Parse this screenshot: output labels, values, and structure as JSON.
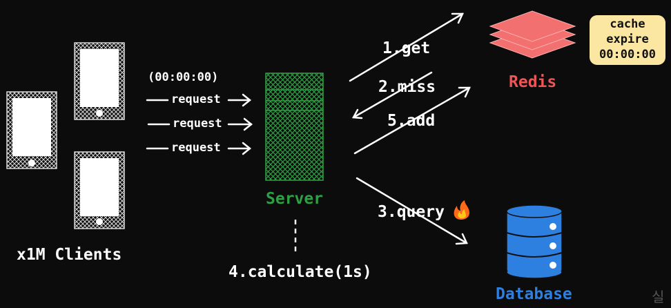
{
  "clients": {
    "label": "x1M Clients",
    "device_icon": "smartphone-icon"
  },
  "requests": {
    "timestamp": "(00:00:00)",
    "labels": [
      "request",
      "request",
      "request"
    ]
  },
  "server": {
    "label": "Server",
    "icon": "server-icon",
    "color": "#2ea043"
  },
  "redis": {
    "label": "Redis",
    "icon": "layers-icon",
    "color": "#f26b6b"
  },
  "cache": {
    "line1": "cache",
    "line2": "expire",
    "line3": "00:00:00",
    "color": "#fbe7a1"
  },
  "database": {
    "label": "Database",
    "icon": "database-icon",
    "color": "#2d7fe0"
  },
  "steps": {
    "get": "1.get",
    "miss": "2.miss",
    "query": "3.query",
    "query_icon": "fire-icon",
    "calculate": "4.calculate(1s)",
    "add": "5.add"
  },
  "watermark": "실"
}
